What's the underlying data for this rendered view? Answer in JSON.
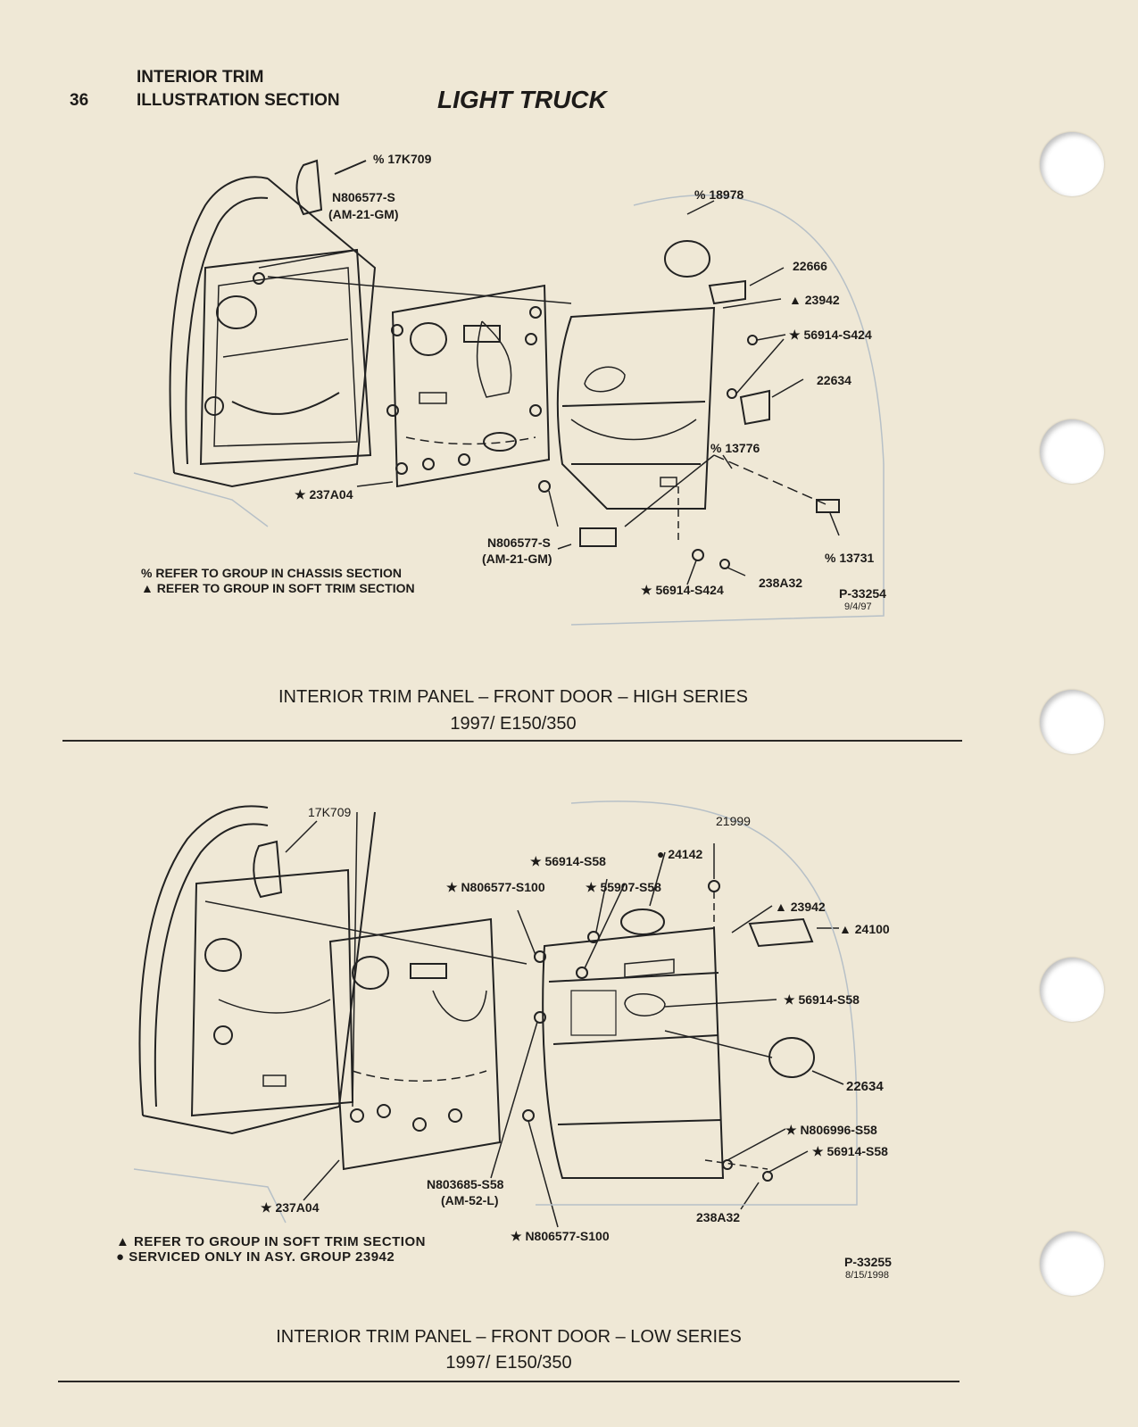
{
  "header": {
    "page_number": "36",
    "section_line1": "INTERIOR TRIM",
    "section_line2": "ILLUSTRATION SECTION",
    "title": "LIGHT TRUCK"
  },
  "figure1": {
    "callouts": {
      "c1": "% 17K709",
      "c2a": "N806577-S",
      "c2b": "(AM-21-GM)",
      "c3": "% 18978",
      "c4": "22666",
      "c5": "▲ 23942",
      "c6": "★ 56914-S424",
      "c7": "22634",
      "c8": "% 13776",
      "c9": "★ 237A04",
      "c10a": "N806577-S",
      "c10b": "(AM-21-GM)",
      "c11": "% 13731",
      "c12": "★ 56914-S424",
      "c13": "238A32"
    },
    "notes": [
      "% REFER TO GROUP IN CHASSIS SECTION",
      "▲ REFER TO GROUP IN SOFT TRIM SECTION"
    ],
    "part_code": "P-33254",
    "date": "9/4/97",
    "caption_line1": "INTERIOR TRIM PANEL – FRONT DOOR – HIGH SERIES",
    "caption_line2": "1997/ E150/350"
  },
  "figure2": {
    "callouts": {
      "d1": "17K709",
      "d2": "21999",
      "d3": "★ 56914-S58",
      "d4": "● 24142",
      "d5": "★ N806577-S100",
      "d6": "★ 55907-S58",
      "d7": "▲ 23942",
      "d8": "▲ 24100",
      "d9": "★ 56914-S58",
      "d10": "22634",
      "d11": "★ N806996-S58",
      "d12": "★ 56914-S58",
      "d13a": "N803685-S58",
      "d13b": "(AM-52-L)",
      "d14": "★ 237A04",
      "d15": "238A32",
      "d16": "★ N806577-S100"
    },
    "notes": [
      "▲ REFER TO GROUP IN SOFT TRIM SECTION",
      "● SERVICED ONLY IN ASY. GROUP 23942"
    ],
    "part_code": "P-33255",
    "date": "8/15/1998",
    "caption_line1": "INTERIOR TRIM PANEL – FRONT DOOR – LOW SERIES",
    "caption_line2": "1997/ E150/350"
  }
}
